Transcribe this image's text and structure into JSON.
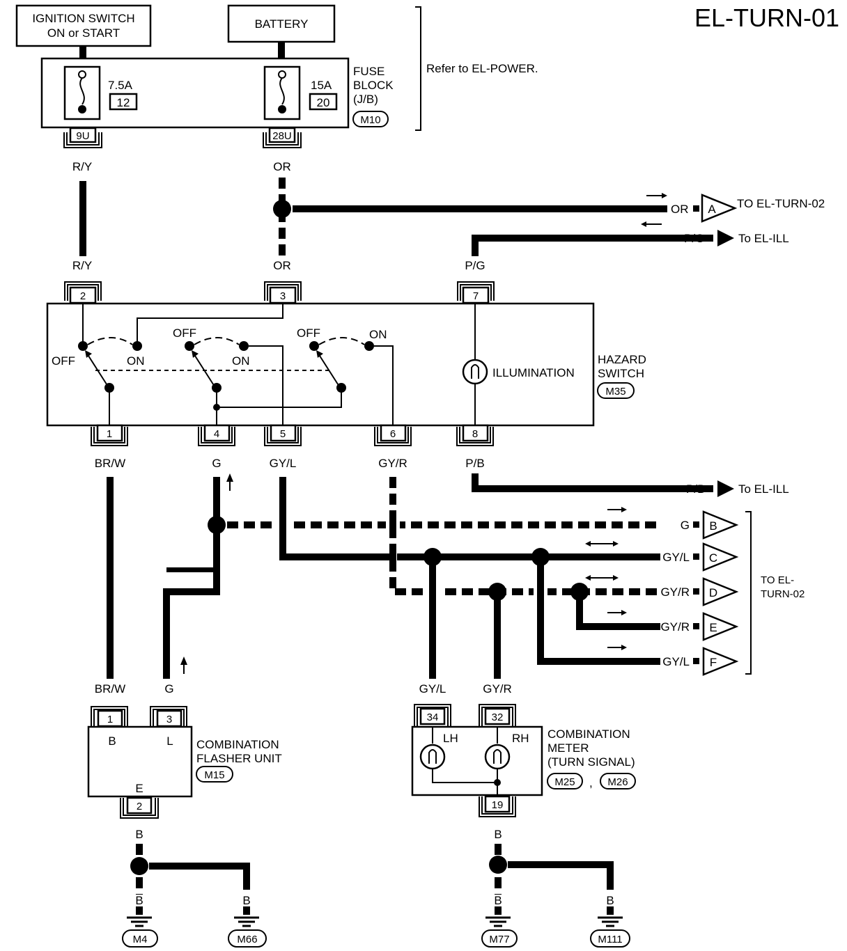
{
  "title": "EL-TURN-01",
  "sources": {
    "ignition": [
      "IGNITION SWITCH",
      "ON or START"
    ],
    "battery": "BATTERY"
  },
  "fuse_block": {
    "label": [
      "FUSE",
      "BLOCK",
      "(J/B)"
    ],
    "connector": "M10",
    "refer": "Refer to EL-POWER.",
    "fuse1": {
      "rating": "7.5A",
      "number": "12",
      "terminal": "9U"
    },
    "fuse2": {
      "rating": "15A",
      "number": "20",
      "terminal": "28U"
    }
  },
  "wires": {
    "ry": "R/Y",
    "or": "OR",
    "pg": "P/G",
    "brw": "BR/W",
    "g": "G",
    "gyl": "GY/L",
    "gyr": "GY/R",
    "pb": "P/B",
    "b": "B"
  },
  "hazard_switch": {
    "label": [
      "HAZARD",
      "SWITCH"
    ],
    "connector": "M35",
    "pins_top": [
      "2",
      "3",
      "7"
    ],
    "pins_bottom": [
      "1",
      "4",
      "5",
      "6",
      "8"
    ],
    "off": "OFF",
    "on": "ON",
    "illumination": "ILLUMINATION"
  },
  "connectors_out": {
    "A": {
      "letter": "A",
      "wire": "OR",
      "dest": "TO EL-TURN-02"
    },
    "pg_dest": "To EL-ILL",
    "pb_dest": "To EL-ILL",
    "B": {
      "letter": "B",
      "wire": "G"
    },
    "C": {
      "letter": "C",
      "wire": "GY/L"
    },
    "D": {
      "letter": "D",
      "wire": "GY/R"
    },
    "E": {
      "letter": "E",
      "wire": "GY/R"
    },
    "F": {
      "letter": "F",
      "wire": "GY/L"
    },
    "group_dest": [
      "TO EL-",
      "TURN-02"
    ]
  },
  "flasher": {
    "label": [
      "COMBINATION",
      "FLASHER UNIT"
    ],
    "connector": "M15",
    "pins": [
      "1",
      "3",
      "2"
    ],
    "terms": [
      "B",
      "L",
      "E"
    ]
  },
  "meter": {
    "label": [
      "COMBINATION",
      "METER",
      "(TURN SIGNAL)"
    ],
    "connectors": [
      "M25",
      "M26"
    ],
    "sep": ",",
    "pins": [
      "34",
      "32",
      "19"
    ],
    "lh": "LH",
    "rh": "RH"
  },
  "grounds": [
    "M4",
    "M66",
    "M77",
    "M111"
  ]
}
